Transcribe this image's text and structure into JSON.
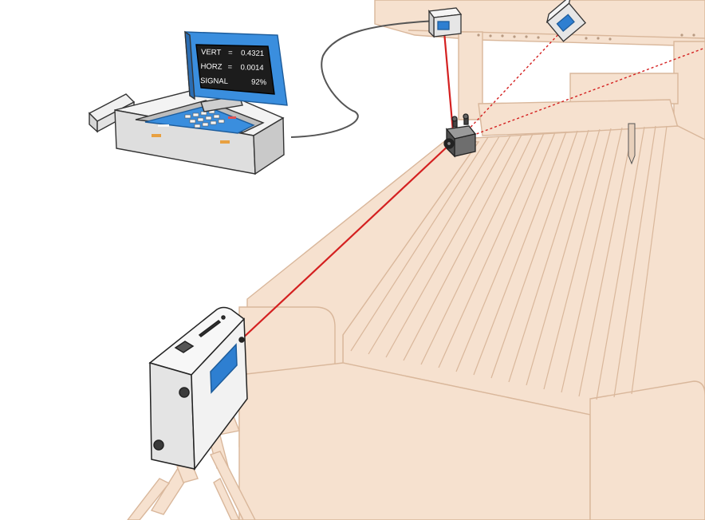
{
  "readout": {
    "vert_label": "VERT",
    "vert_eq": "=",
    "vert_value": "0.4321",
    "horz_label": "HORZ",
    "horz_eq": "=",
    "horz_value": "0.0014",
    "signal_label": "SIGNAL",
    "signal_value": "92%"
  },
  "colors": {
    "machine_fill": "#f6e1cf",
    "machine_stroke": "#d9b79b",
    "laser_beam": "#d42020",
    "device_screen": "#2e7fd1",
    "readout_screen": "#1c1c1c",
    "device_body": "#e9e9e9",
    "device_outline": "#333333"
  },
  "icons": [
    "laser-transmitter",
    "target-receiver",
    "beam-splitter-prism",
    "reflector-cube",
    "readout-display-unit",
    "tripod"
  ]
}
